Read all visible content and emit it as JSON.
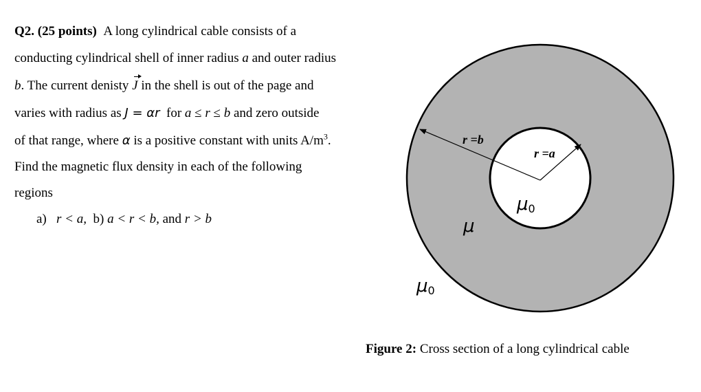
{
  "question": {
    "number": "Q2.",
    "points": "(25 points)",
    "line1": "A long cylindrical cable consists of a",
    "line2_a": "conducting cylindrical shell of inner radius",
    "var_a": "a",
    "line2_b": "and outer radius",
    "var_b": "b",
    "line3_a": ". The current denisty",
    "var_J": "J",
    "line3_b": "in the shell is out of the page and",
    "line4_a": "varies with radius as",
    "eq_lhs": "J",
    "eq_eq": " = ",
    "eq_rhs": "αr",
    "line4_b": "for",
    "range_a": "a",
    "range_le1": " ≤ ",
    "range_r": "r",
    "range_le2": " ≤ ",
    "range_b": "b",
    "line4_c": "and zero outside",
    "line5_a": "of that range, where",
    "var_alpha": "α",
    "line5_b": "is a positive constant with units A/m",
    "units_exp": "3",
    "line5_c": ".",
    "line6": "Find the magnetic flux density in each of the following",
    "line7": "regions",
    "parts_label": "a)",
    "part_a": "r < a,",
    "part_b_label": "b)",
    "part_b": "a < r < b,",
    "part_c_label": "and",
    "part_c": "r > b"
  },
  "figure": {
    "outer_label": "r =b",
    "inner_label": "r =a",
    "mu_inner": "μ",
    "mu_inner_sub": "0",
    "mu_shell": "μ",
    "mu_outer": "μ",
    "mu_outer_sub": "0",
    "shell_color": "#b3b3b3",
    "inner_color": "#ffffff"
  },
  "caption": {
    "label": "Figure 2:",
    "text": "Cross section of a long cylindrical cable"
  }
}
